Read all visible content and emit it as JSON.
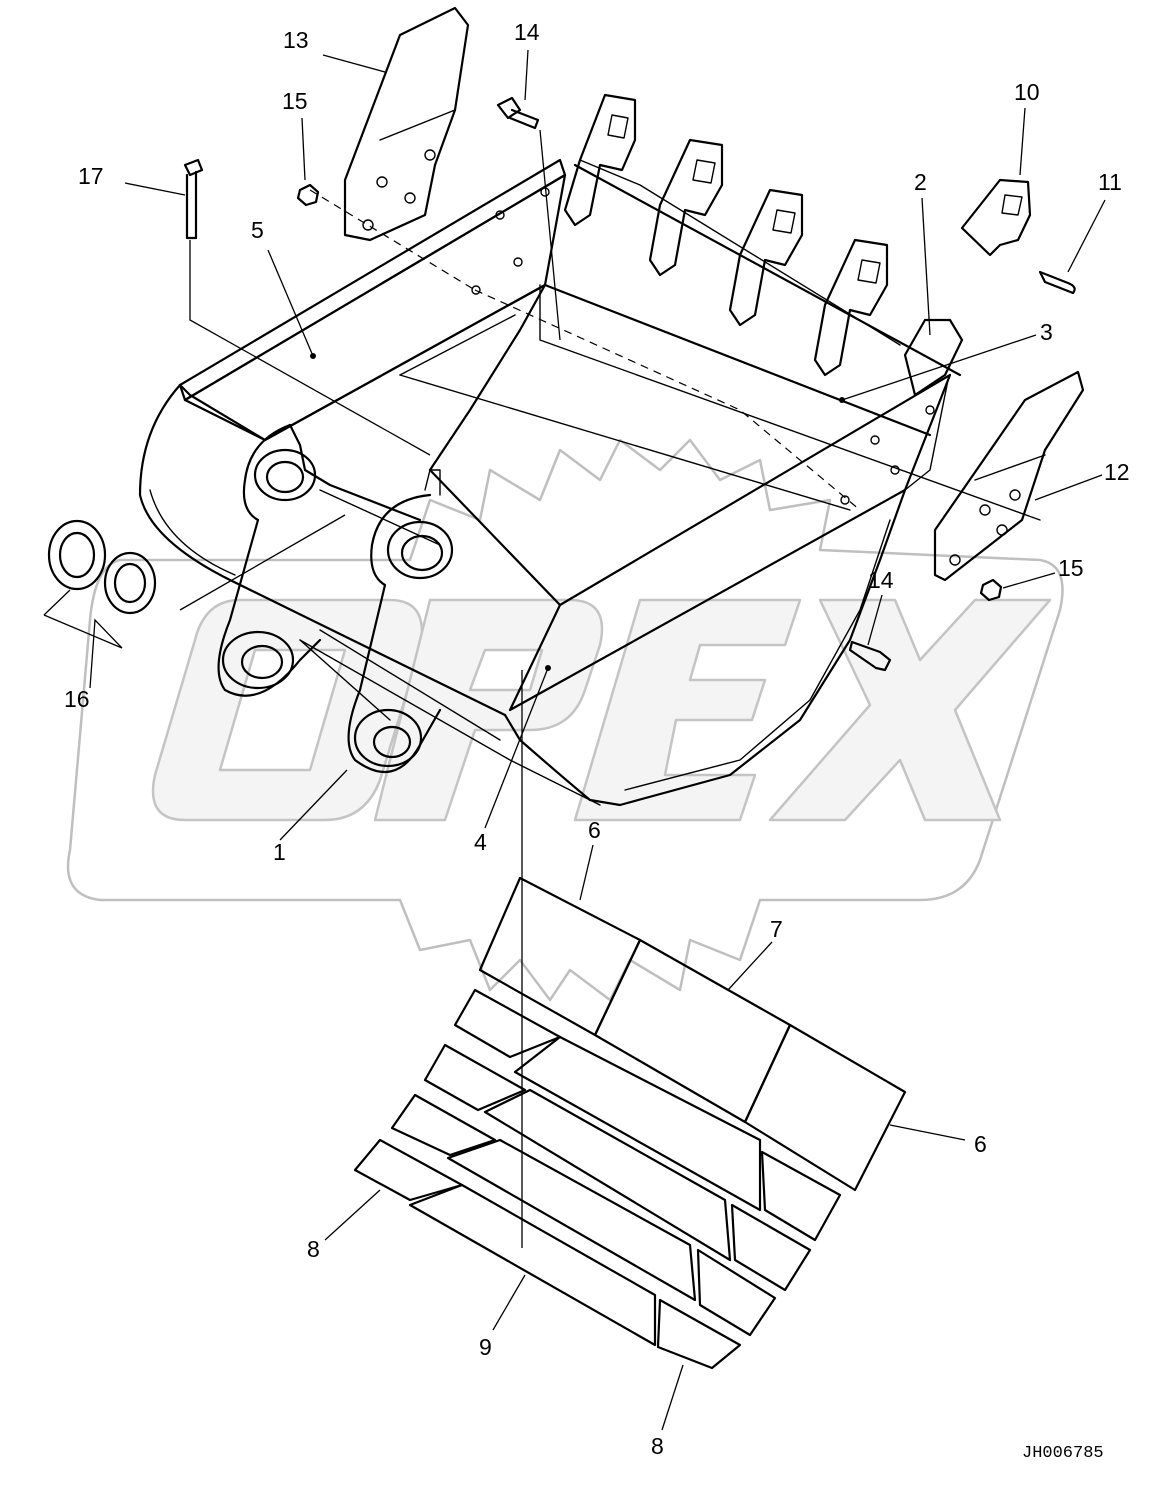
{
  "diagram": {
    "labels": {
      "l1": "1",
      "l2": "2",
      "l3": "3",
      "l4": "4",
      "l5": "5",
      "l6a": "6",
      "l6b": "6",
      "l7": "7",
      "l8a": "8",
      "l8b": "8",
      "l9": "9",
      "l10": "10",
      "l11": "11",
      "l12": "12",
      "l13": "13",
      "l14a": "14",
      "l14b": "14",
      "l15a": "15",
      "l15b": "15",
      "l16": "16",
      "l17": "17"
    },
    "drawing_code": "JH006785",
    "watermark_text": "OPEX"
  }
}
